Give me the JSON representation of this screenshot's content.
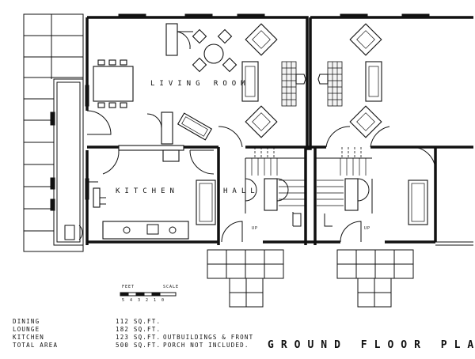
{
  "rooms": {
    "living": "LIVING ROOM",
    "kitchen": "KITCHEN",
    "hall": "HALL",
    "up_left": "UP",
    "up_right": "UP"
  },
  "scale": {
    "feet_label": "FEET",
    "scale_label": "SCALE",
    "numbers": [
      "5",
      "4",
      "3",
      "2",
      "1",
      "0"
    ]
  },
  "areas": [
    {
      "name": "DINING",
      "value": "112 SQ.FT."
    },
    {
      "name": "LOUNGE",
      "value": "182 SQ.FT."
    },
    {
      "name": "KITCHEN",
      "value": "123 SQ.FT."
    },
    {
      "name": "TOTAL AREA",
      "value": "500 SQ.FT."
    }
  ],
  "notes": [
    "OUTBUILDINGS & FRONT",
    "PORCH NOT INCLUDED."
  ],
  "title": "GROUND FLOOR PLAN"
}
